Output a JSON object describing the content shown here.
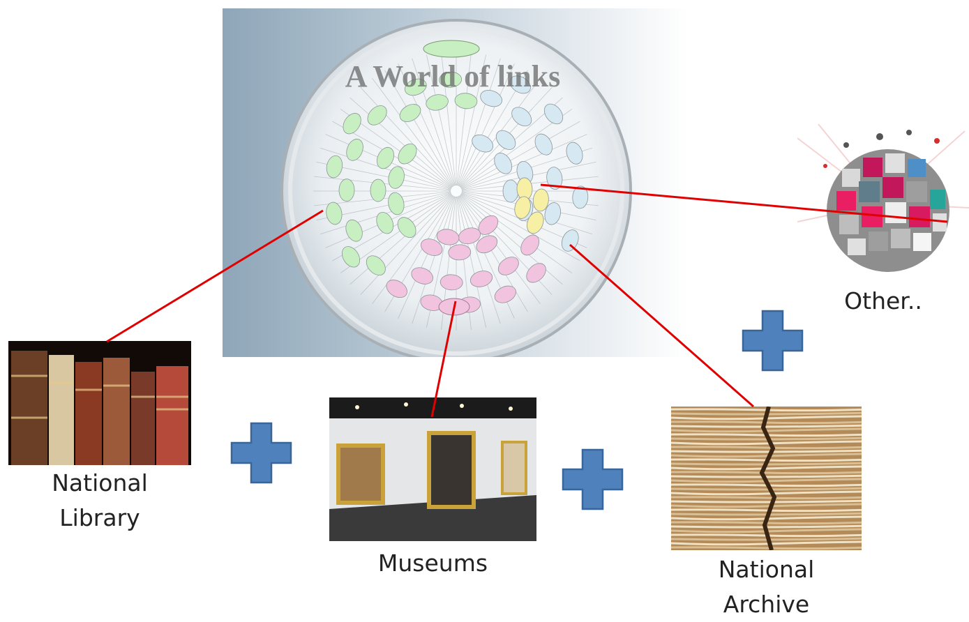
{
  "central": {
    "title": "A World of links",
    "bg_left": "#8aa3b5",
    "bg_right": "#ffffff"
  },
  "nodes": [
    {
      "id": "library",
      "label_line1": "National",
      "label_line2": "Library",
      "icon": "books-image"
    },
    {
      "id": "museums",
      "label_line1": "Museums",
      "label_line2": "",
      "icon": "gallery-image"
    },
    {
      "id": "archive",
      "label_line1": "National",
      "label_line2": "Archive",
      "icon": "paper-stack-image"
    },
    {
      "id": "other",
      "label_line1": "Other..",
      "label_line2": "",
      "icon": "media-globe-image"
    }
  ],
  "colors": {
    "connector": "#e00000",
    "plus_fill": "#4f81bd",
    "plus_stroke": "#3a6597",
    "green_bubble": "#c8efc2",
    "pink_bubble": "#f2c3df",
    "blue_bubble": "#d6e9f2",
    "yellow_bubble": "#f7efa4"
  },
  "plus_icons": [
    "plus-library-museums",
    "plus-museums-archive",
    "plus-archive-other"
  ]
}
